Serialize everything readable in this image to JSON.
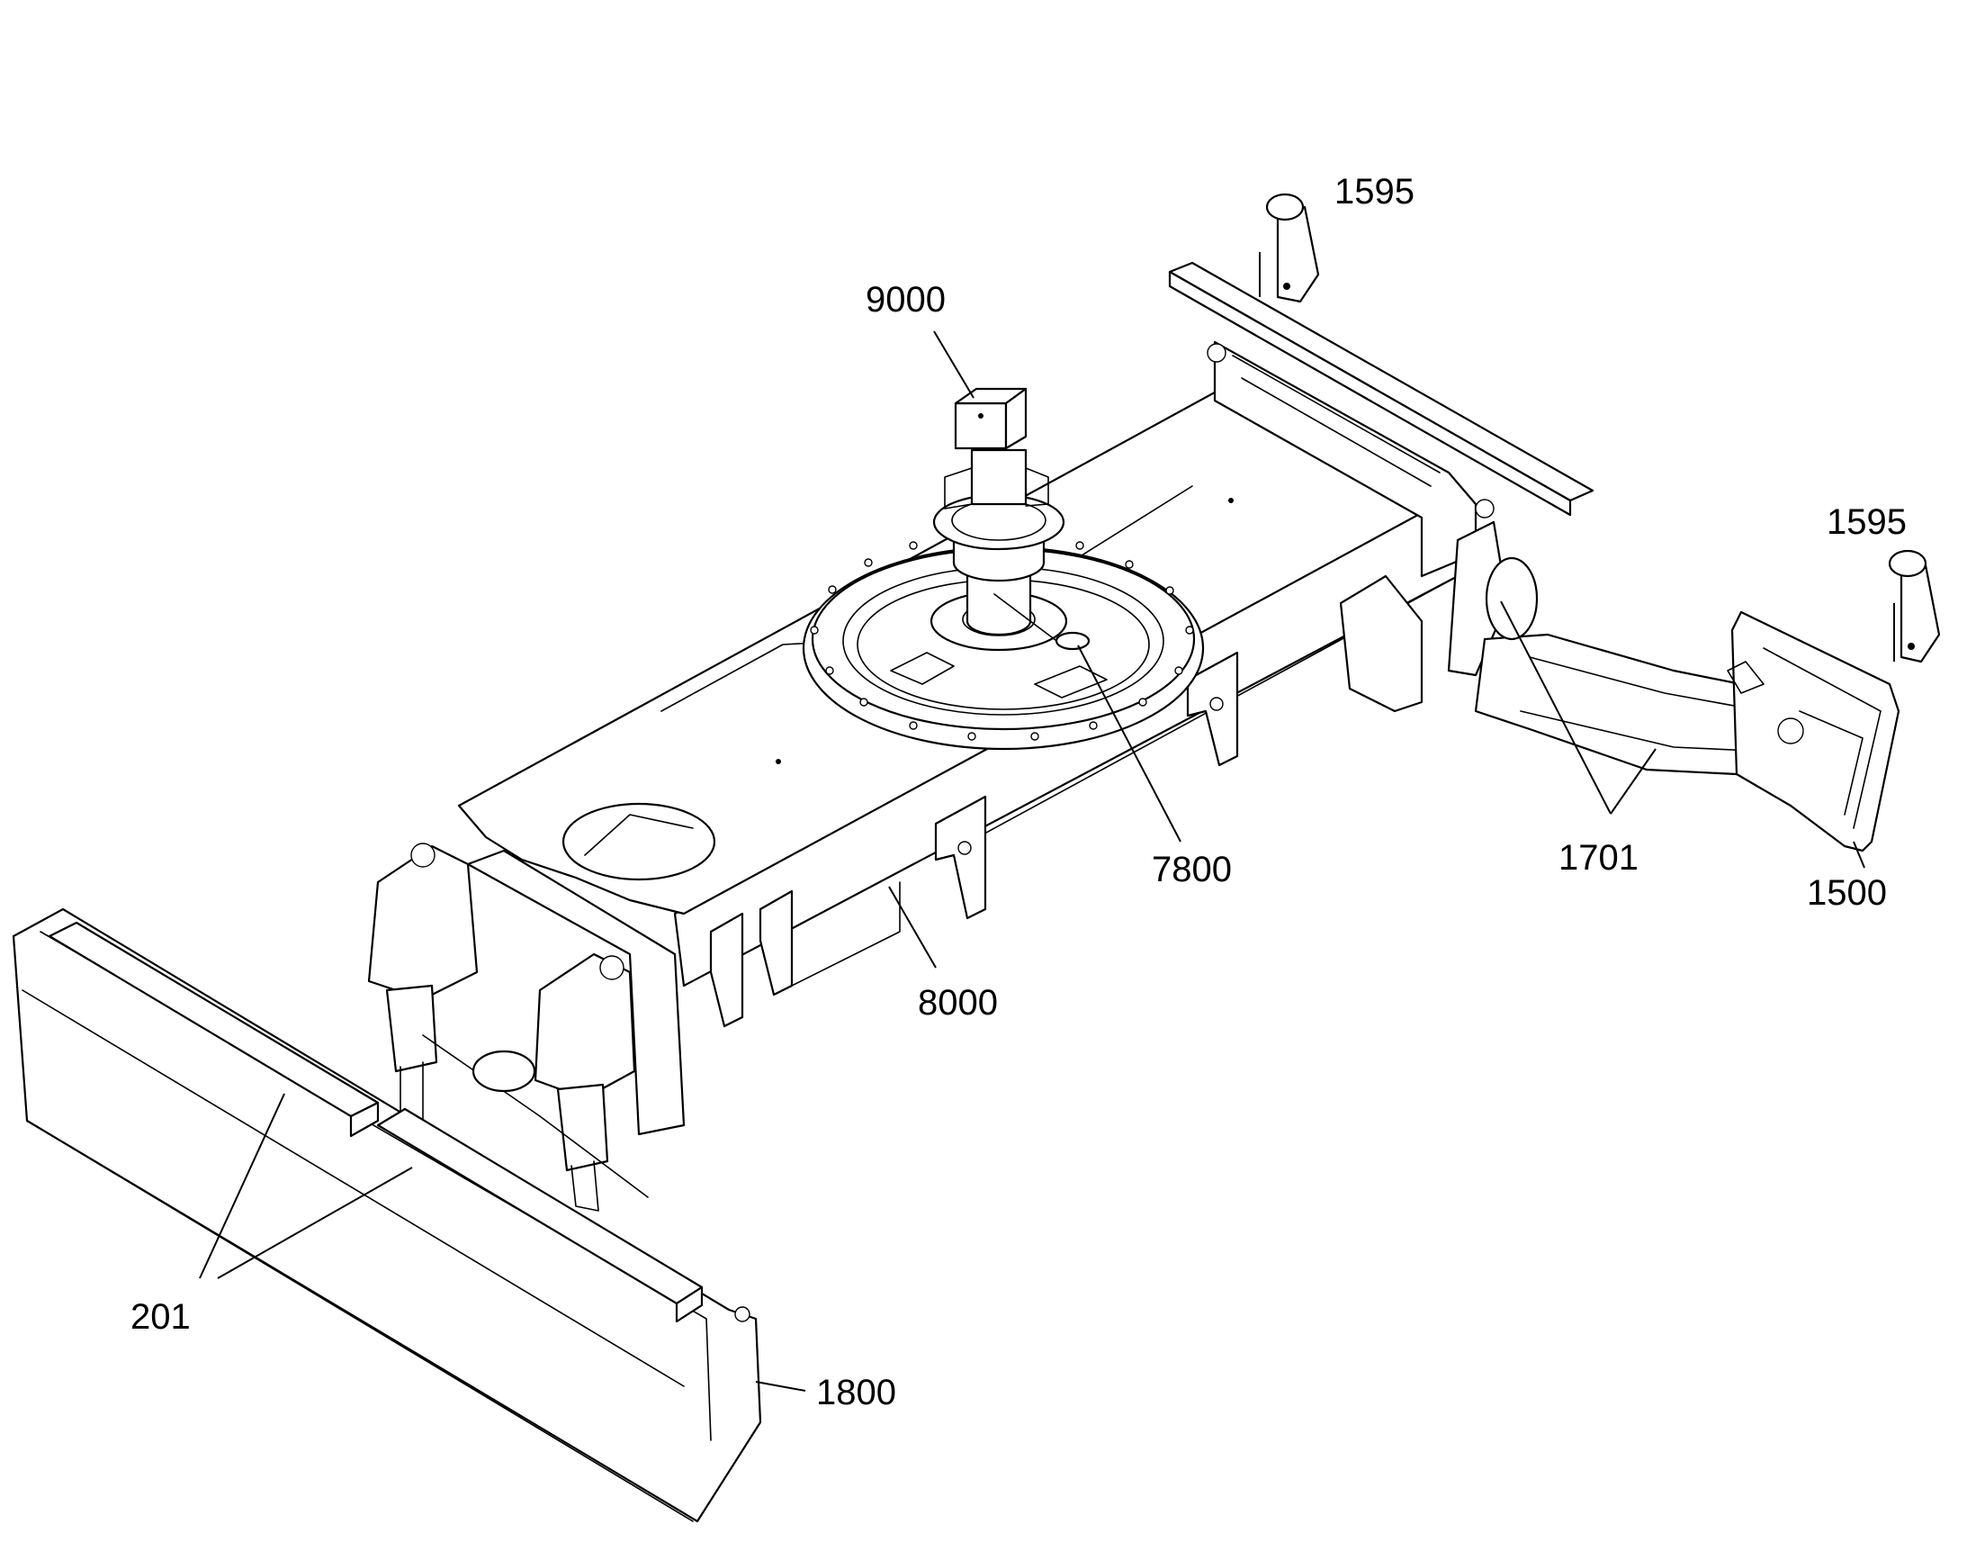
{
  "colors": {
    "background": "#ffffff",
    "line": "#000000"
  },
  "callouts": {
    "c9000": "9000",
    "c1595a": "1595",
    "c1595b": "1595",
    "c7800": "7800",
    "c1701": "1701",
    "c1500": "1500",
    "c8000": "8000",
    "c201": "201",
    "c1800": "1800"
  }
}
